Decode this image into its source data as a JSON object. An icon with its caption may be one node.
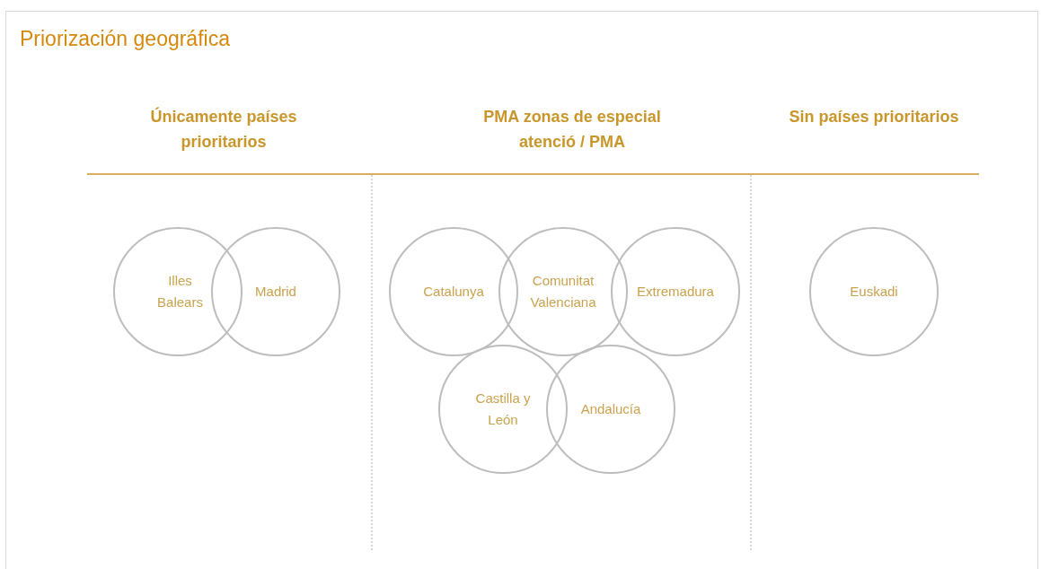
{
  "diagram": {
    "title": "Priorización geográfica",
    "nodes": [
      {
        "text": [
          "Illes Balears"
        ]
      },
      {
        "text": [
          "Madrid"
        ]
      },
      {
        "text": [
          "Catalunya"
        ]
      },
      {
        "text": [
          "Comunitat Valenciana"
        ]
      },
      {
        "text": [
          "Extremadura"
        ]
      },
      {
        "text": [
          "Castilla y León"
        ]
      },
      {
        "text": [
          "Andalucía"
        ]
      },
      {
        "text": [
          "Euskadi"
        ]
      }
    ],
    "edges": [],
    "labels": [
      "Únicamente países prioritarios",
      "PMA zonas de especial atenció / PMA",
      "Sin países prioritarios"
    ]
  }
}
